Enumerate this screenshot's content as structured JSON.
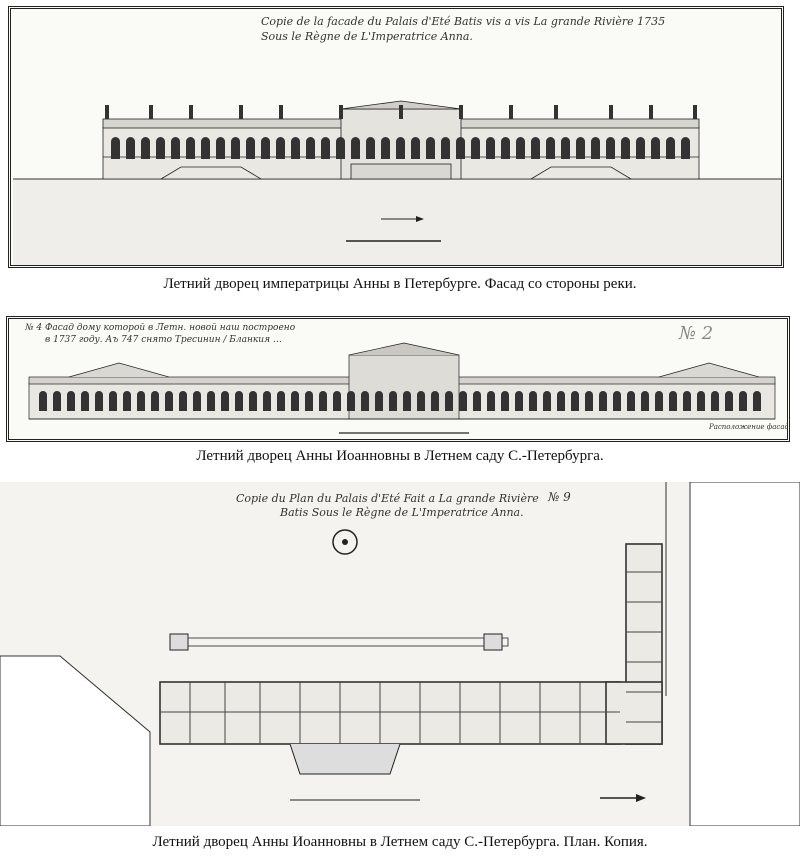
{
  "plate1": {
    "inscription_line1": "Copie de la facade du Palais d'Eté Batis vis a vis La grande Rivière 1735",
    "inscription_line2": "Sous le Règne de L'Imperatrice Anna.",
    "caption": "Летний дворец императрицы Анны в Петербурге. Фасад со стороны реки."
  },
  "plate2": {
    "inscription_line1": "№ 4 Фасад дому которой в Летн. новой наш построено",
    "inscription_line2": "в 1737 году. Аъ 747 снято Тресинин / Бланкия …",
    "number": "№ 2",
    "signature": "Расположение фасада",
    "caption": "Летний дворец Анны Иоанновны в Летнем саду С.-Петербурга."
  },
  "plate3": {
    "inscription_line1": "Copie du Plan du Palais d'Eté Fait a La grande Rivière",
    "inscription_line2": "Batis Sous le Règne de L'Imperatrice Anna.",
    "number": "№ 9",
    "caption": "Летний дворец Анны Иоанновны в Летнем саду С.-Петербурга. План. Копия."
  },
  "colors": {
    "ink": "#222222",
    "paper": "#fafaf7",
    "wall": "#444444"
  }
}
